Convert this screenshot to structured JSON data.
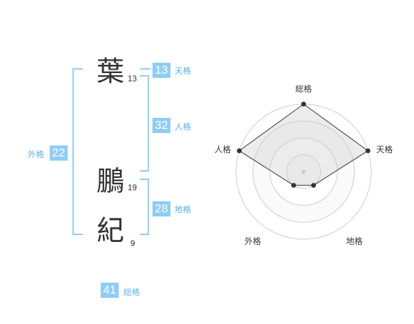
{
  "name": {
    "chars": [
      {
        "char": "葉",
        "strokes": "13"
      },
      {
        "char": "鵬",
        "strokes": "19"
      },
      {
        "char": "紀",
        "strokes": "9"
      }
    ]
  },
  "kakusu": {
    "tenkaku": {
      "value": "13",
      "label": "天格"
    },
    "jinkaku": {
      "value": "32",
      "label": "人格"
    },
    "chikaku": {
      "value": "28",
      "label": "地格"
    },
    "gaikaku": {
      "value": "22",
      "label": "外格"
    },
    "soukaku": {
      "value": "41",
      "label": "総格"
    }
  },
  "colors": {
    "bracket": "#8ecdf5",
    "box": "#8ecdf5",
    "label": "#5bb4ee",
    "radar_fill": "#f0f0f0",
    "radar_line": "#333333"
  },
  "chart_data": {
    "type": "radar",
    "axes": [
      "総格",
      "天格",
      "地格",
      "外格",
      "人格"
    ],
    "rings": 4,
    "values": [
      4,
      4,
      1,
      1,
      4
    ],
    "max": 4
  }
}
